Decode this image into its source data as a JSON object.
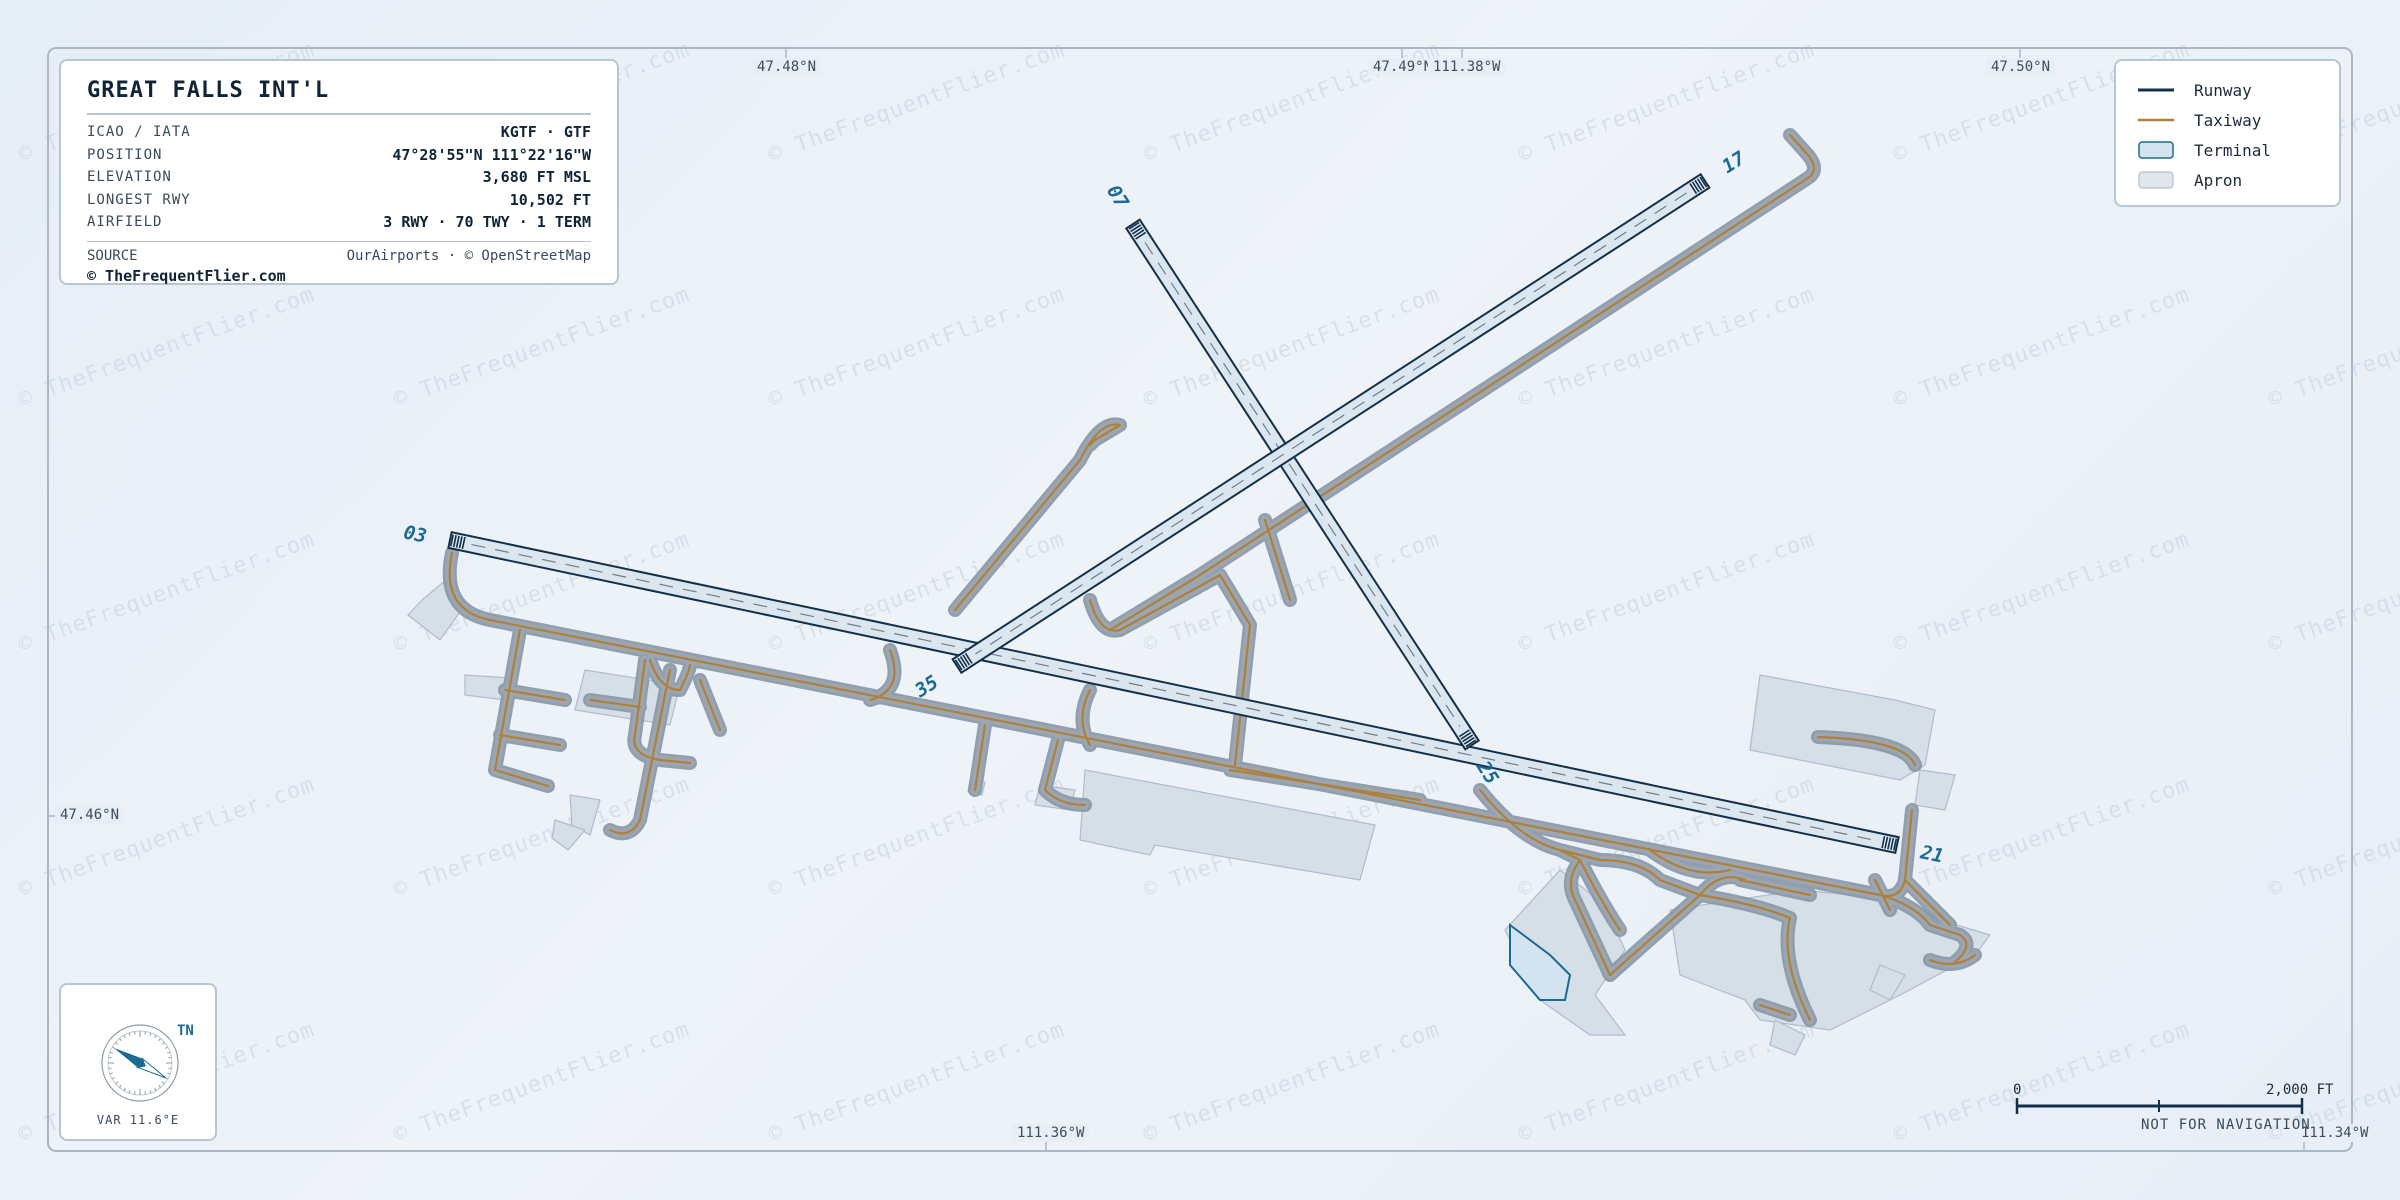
{
  "airport": {
    "name": "GREAT FALLS INT'L",
    "rows": [
      {
        "key": "ICAO / IATA",
        "value": "KGTF · GTF"
      },
      {
        "key": "POSITION",
        "value": "47°28'55\"N 111°22'16\"W"
      },
      {
        "key": "ELEVATION",
        "value": "3,680 FT MSL"
      },
      {
        "key": "LONGEST RWY",
        "value": "10,502 FT"
      },
      {
        "key": "AIRFIELD",
        "value": "3 RWY · 70 TWY · 1 TERM"
      }
    ],
    "source_label": "SOURCE",
    "source_value": "OurAirports · © OpenStreetMap",
    "copyright": "© TheFrequentFlier.com"
  },
  "legend": [
    {
      "label": "Runway",
      "kind": "runway",
      "color": "#12304a"
    },
    {
      "label": "Taxiway",
      "kind": "taxiway",
      "color": "#b0803a"
    },
    {
      "label": "Terminal",
      "kind": "terminal",
      "color": "#d3e4f0"
    },
    {
      "label": "Apron",
      "kind": "apron",
      "color": "#e1e6eb"
    }
  ],
  "coords": {
    "top": [
      "47.48°N",
      "47.49°N",
      "111.38°W",
      "47.50°N"
    ],
    "left": [
      "47.46°N"
    ],
    "bottom": [
      "111.36°W",
      "111.34°W"
    ]
  },
  "runway_labels": [
    "03",
    "21",
    "07",
    "25",
    "17",
    "35"
  ],
  "compass": {
    "north_label": "TN",
    "variation": "VAR 11.6°E",
    "icon": "compass-rose-icon"
  },
  "scale": {
    "start": "0",
    "end": "2,000 FT",
    "note": "NOT FOR NAVIGATION"
  },
  "watermark": "© TheFrequentFlier.com",
  "colors": {
    "runway_fill": "#dce6ef",
    "runway_edge": "#12304a",
    "taxiway_core": "#b0803a",
    "taxiway_edge": "#8795a3",
    "label": "#1b6a92"
  }
}
